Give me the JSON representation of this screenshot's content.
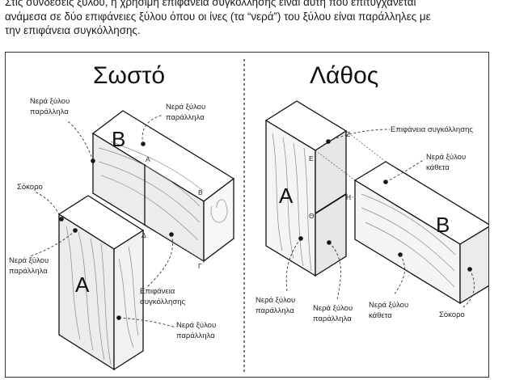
{
  "intro": {
    "line1": "Στις συνδέσεις ξύλου, η χρήσιμη επιφάνεια συγκόλλησης είναι αυτή που επιτυγχάνεται",
    "line2": "ανάμεσα σε δύο επιφάνειες ξύλου όπου οι ίνες (τα “νερά”) του ξύλου είναι παράλληλες με",
    "line3": "την επιφάνεια συγκόλλησης."
  },
  "left": {
    "title": "Σωστό",
    "block_a": "A",
    "block_b": "B",
    "labels": {
      "grain_parallel_1a": "Νερά ξύλου",
      "grain_parallel_1b": "παράλληλα",
      "grain_parallel_2a": "Νερά ξύλου",
      "grain_parallel_2b": "παράλληλα",
      "end_grain": "Σόκορο",
      "grain_parallel_3a": "Νερά ξύλου",
      "grain_parallel_3b": "παράλληλα",
      "glue_surface_a": "Επιφάνεια",
      "glue_surface_b": "συγκόλλησης",
      "grain_parallel_4a": "Νερά ξύλου",
      "grain_parallel_4b": "παράλληλα"
    },
    "points": {
      "a": "Α",
      "b": "Β",
      "g": "Γ",
      "d": "Δ"
    }
  },
  "right": {
    "title": "Λάθος",
    "block_a": "A",
    "block_b": "B",
    "labels": {
      "glue_surface": "Επιφάνεια συγκόλλησης",
      "grain_perp_1a": "Νερά ξύλου",
      "grain_perp_1b": "κάθετα",
      "grain_parallel_1a": "Νερά ξύλου",
      "grain_parallel_1b": "παράλληλα",
      "grain_parallel_2a": "Νερά ξύλου",
      "grain_parallel_2b": "παράλληλα",
      "grain_perp_2a": "Νερά ξύλου",
      "grain_perp_2b": "κάθετα",
      "end_grain": "Σόκορο"
    },
    "points": {
      "z": "Ζ",
      "e": "Ε",
      "h": "Η",
      "th": "Θ"
    }
  }
}
